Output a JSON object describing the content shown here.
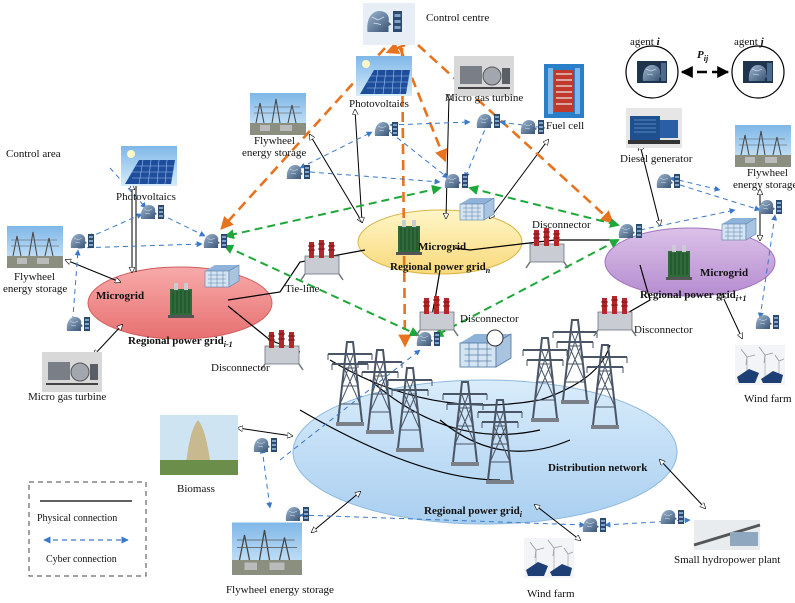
{
  "labels": {
    "control_centre": "Control centre",
    "control_area": "Control area",
    "agent_i_prefix": "agent ",
    "agent_i_var": "i",
    "agent_j_prefix": "agent ",
    "agent_j_var": "j",
    "pij": "P",
    "pij_sub": "ij",
    "photovoltaics_top": "Photovoltaics",
    "micro_gas_turbine_top": "Micro gas turbine",
    "fuel_cell": "Fuel cell",
    "flywheel_top_1": "Flywheel",
    "flywheel_top_2": "energy storage",
    "diesel_generator": "Diesel generator",
    "flywheel_right_1": "Flywheel",
    "flywheel_right_2": "energy storage",
    "photovoltaics_left": "Photovoltaics",
    "flywheel_left_1": "Flywheel",
    "flywheel_left_2": "energy storage",
    "micro_gas_turbine_left": "Micro gas turbine",
    "microgrid_left": "Microgrid",
    "regional_left": "Regional power grid",
    "regional_left_sub": "i-1",
    "tie_line": "Tie-line",
    "disconnector_left": "Disconnector",
    "microgrid_center": "Microgrid",
    "regional_center": "Regional power grid",
    "regional_center_sub": "n",
    "disconnector_center_right": "Disconnector",
    "disconnector_center": "Disconnector",
    "microgrid_right": "Microgrid",
    "regional_right": "Regional power grid",
    "regional_right_sub": "i+1",
    "disconnector_right": "Disconnector",
    "wind_farm_right": "Wind farm",
    "biomass": "Biomass",
    "distribution_network": "Distribution network",
    "regional_bottom": "Regional power grid",
    "regional_bottom_sub": "i",
    "flywheel_bottom": "Flywheel energy storage",
    "wind_farm_bottom": "Wind farm",
    "small_hydro": "Small hydropower plant"
  },
  "legend": {
    "physical": "Physical connection",
    "cyber": "Cyber connection"
  },
  "colors": {
    "red_region": "#f08c8c",
    "yellow_region": "#fde9a1",
    "purple_region": "#c9a6de",
    "blue_region": "#bcdcf5",
    "orange_arrow": "#e8731e",
    "green_arrow": "#1fa83a",
    "cyber": "#3a78c9"
  },
  "icons": [
    "agent-head-icon",
    "transformer-icon",
    "disconnector-icon",
    "pylon-icon",
    "solar-panel-icon",
    "substation-icon",
    "turbine-icon",
    "fuel-cell-icon",
    "generator-icon",
    "wind-turbine-icon",
    "biomass-plant-icon",
    "hydro-plant-icon",
    "building-icon"
  ]
}
